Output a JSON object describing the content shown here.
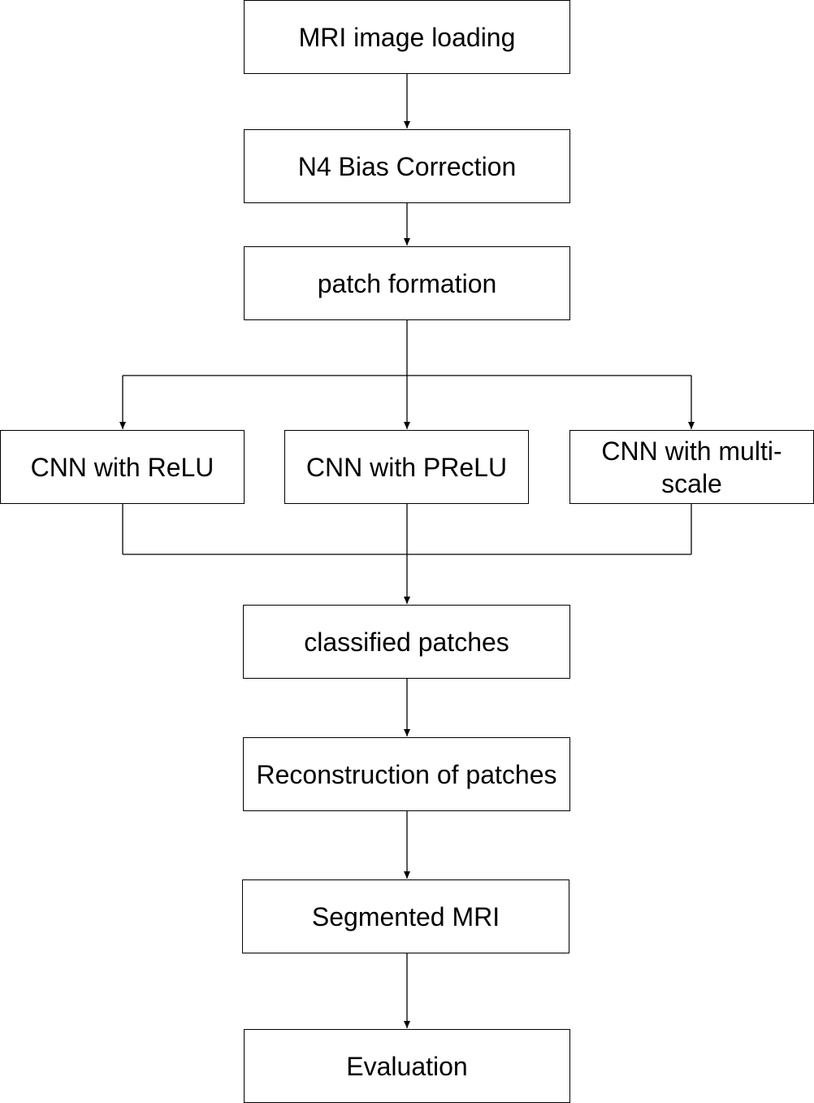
{
  "nodes": {
    "mri_loading": "MRI image loading",
    "n4_bias": "N4 Bias Correction",
    "patch_formation": "patch formation",
    "cnn_relu": "CNN with ReLU",
    "cnn_prelu": "CNN with PReLU",
    "cnn_multiscale": "CNN with multi-scale",
    "classified_patches": "classified patches",
    "reconstruction": "Reconstruction of patches",
    "segmented_mri": "Segmented MRI",
    "evaluation": "Evaluation"
  },
  "colors": {
    "stroke": "#000000",
    "fill": "#ffffff",
    "text": "#000000"
  }
}
